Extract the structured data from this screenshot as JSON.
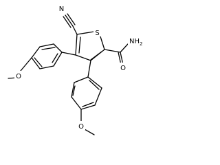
{
  "molecule": {
    "atoms": [
      {
        "id": "N1",
        "label": "N",
        "color": "#0000ff"
      },
      {
        "id": "S1",
        "label": "S",
        "color": "#b8a000"
      },
      {
        "id": "NH2",
        "label": "NH",
        "subscript": "2",
        "color": "#0000ff"
      },
      {
        "id": "O1",
        "label": "O",
        "color": "#ff0000"
      },
      {
        "id": "O2",
        "label": "O",
        "color": "#ff0000"
      },
      {
        "id": "O3",
        "label": "O",
        "color": "#ff0000"
      }
    ]
  }
}
